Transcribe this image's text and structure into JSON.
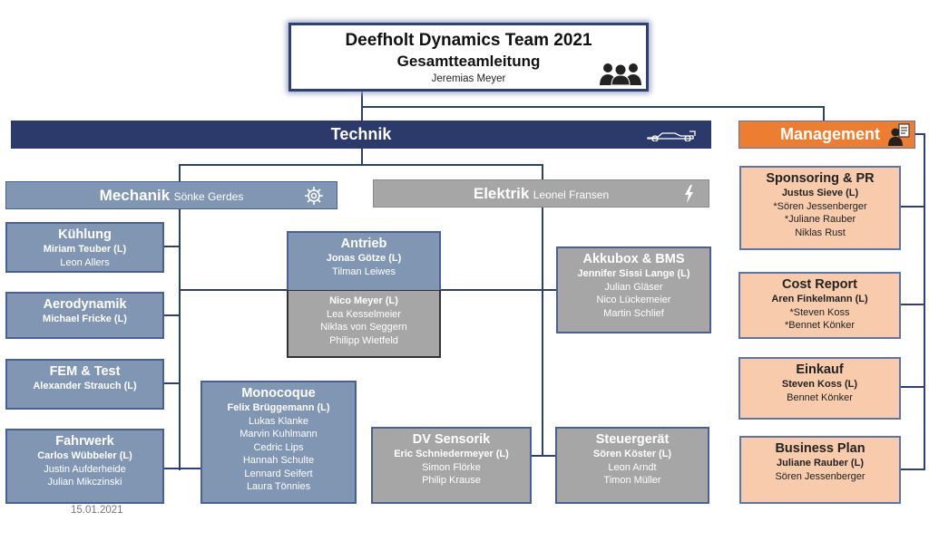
{
  "header": {
    "title": "Deefholt Dynamics Team 2021",
    "subtitle": "Gesamtteamleitung",
    "lead": "Jeremias Meyer",
    "icon": "team-icon"
  },
  "divisions": {
    "technik": {
      "label": "Technik",
      "icon": "race-car-icon",
      "color": "#2b3a6b"
    },
    "management": {
      "label": "Management",
      "icon": "manager-clipboard-icon",
      "color": "#ed7d31"
    }
  },
  "departments": {
    "mechanik": {
      "label": "Mechanik",
      "lead": "Sönke Gerdes",
      "icon": "gear-icon",
      "color": "#8096b3"
    },
    "elektrik": {
      "label": "Elektrik",
      "lead": "Leonel Fransen",
      "icon": "lightning-icon",
      "color": "#a6a6a6"
    }
  },
  "teams": [
    {
      "id": "kuehlung",
      "title": "Kühlung",
      "leader": "Miriam Teuber (L)",
      "members": [
        "Leon Allers"
      ]
    },
    {
      "id": "aerodynamik",
      "title": "Aerodynamik",
      "leader": "Michael Fricke (L)",
      "members": []
    },
    {
      "id": "fem",
      "title": "FEM & Test",
      "leader": "Alexander Strauch (L)",
      "members": []
    },
    {
      "id": "fahrwerk",
      "title": "Fahrwerk",
      "leader": "Carlos Wübbeler (L)",
      "members": [
        "Justin Aufderheide",
        "Julian Mikczinski"
      ]
    },
    {
      "id": "monocoque",
      "title": "Monocoque",
      "leader": "Felix Brüggemann (L)",
      "members": [
        "Lukas Klanke",
        "Marvin Kuhlmann",
        "Cedric Lips",
        "Hannah Schulte",
        "Lennard Seifert",
        "Laura Tönnies"
      ]
    },
    {
      "id": "antrieb",
      "title": "Antrieb",
      "leader": "Jonas Götze (L)",
      "members": [
        "Tilman Leiwes"
      ]
    },
    {
      "id": "antrieb-elektrik",
      "title": "",
      "leader": "Nico Meyer (L)",
      "members": [
        "Lea Kesselmeier",
        "Niklas von Seggern",
        "Philipp Wietfeld"
      ]
    },
    {
      "id": "akkubox",
      "title": "Akkubox & BMS",
      "leader": "Jennifer Sissi Lange (L)",
      "members": [
        "Julian Gläser",
        "Nico Lückemeier",
        "Martin Schlief"
      ]
    },
    {
      "id": "dv",
      "title": "DV Sensorik",
      "leader": "Eric Schniedermeyer (L)",
      "members": [
        "Simon Flörke",
        "Philip Krause"
      ]
    },
    {
      "id": "steuergeraet",
      "title": "Steuergerät",
      "leader": "Sören Köster (L)",
      "members": [
        "Leon Arndt",
        "Timon Müller"
      ]
    },
    {
      "id": "sponsoring",
      "title": "Sponsoring & PR",
      "leader": "Justus Sieve (L)",
      "members": [
        "*Sören Jessenberger",
        "*Juliane Rauber",
        "Niklas Rust"
      ]
    },
    {
      "id": "cost",
      "title": "Cost Report",
      "leader": "Aren Finkelmann (L)",
      "members": [
        "*Steven Koss",
        "*Bennet Könker"
      ]
    },
    {
      "id": "einkauf",
      "title": "Einkauf",
      "leader": "Steven Koss (L)",
      "members": [
        "Bennet Könker"
      ]
    },
    {
      "id": "business",
      "title": "Business Plan",
      "leader": "Juliane Rauber (L)",
      "members": [
        "Sören Jessenberger"
      ]
    }
  ],
  "footer": {
    "date": "15.01.2021"
  }
}
